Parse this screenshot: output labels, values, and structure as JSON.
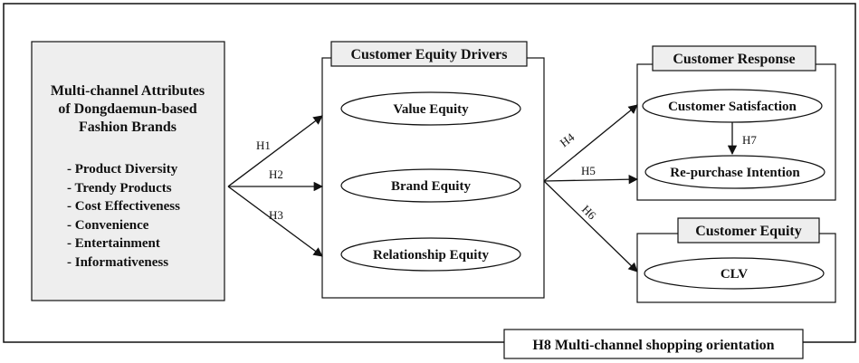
{
  "attributes": {
    "title_lines": [
      "Multi-channel Attributes",
      "of Dongdaemun-based",
      "Fashion Brands"
    ],
    "items": [
      "- Product Diversity",
      "- Trendy Products",
      "- Cost Effectiveness",
      "- Convenience",
      "- Entertainment",
      "- Informativeness"
    ]
  },
  "drivers": {
    "title": "Customer Equity Drivers",
    "items": [
      "Value Equity",
      "Brand Equity",
      "Relationship Equity"
    ]
  },
  "response": {
    "title": "Customer Response",
    "items": [
      "Customer Satisfaction",
      "Re-purchase Intention"
    ]
  },
  "equity": {
    "title": "Customer Equity",
    "items": [
      "CLV"
    ]
  },
  "hypotheses": {
    "h1": "H1",
    "h2": "H2",
    "h3": "H3",
    "h4": "H4",
    "h5": "H5",
    "h6": "H6",
    "h7": "H7"
  },
  "moderator": "H8 Multi-channel shopping orientation",
  "colors": {
    "attr_fill": "#eeeeee",
    "title_fill": "#eeeeee",
    "line": "#111111"
  }
}
